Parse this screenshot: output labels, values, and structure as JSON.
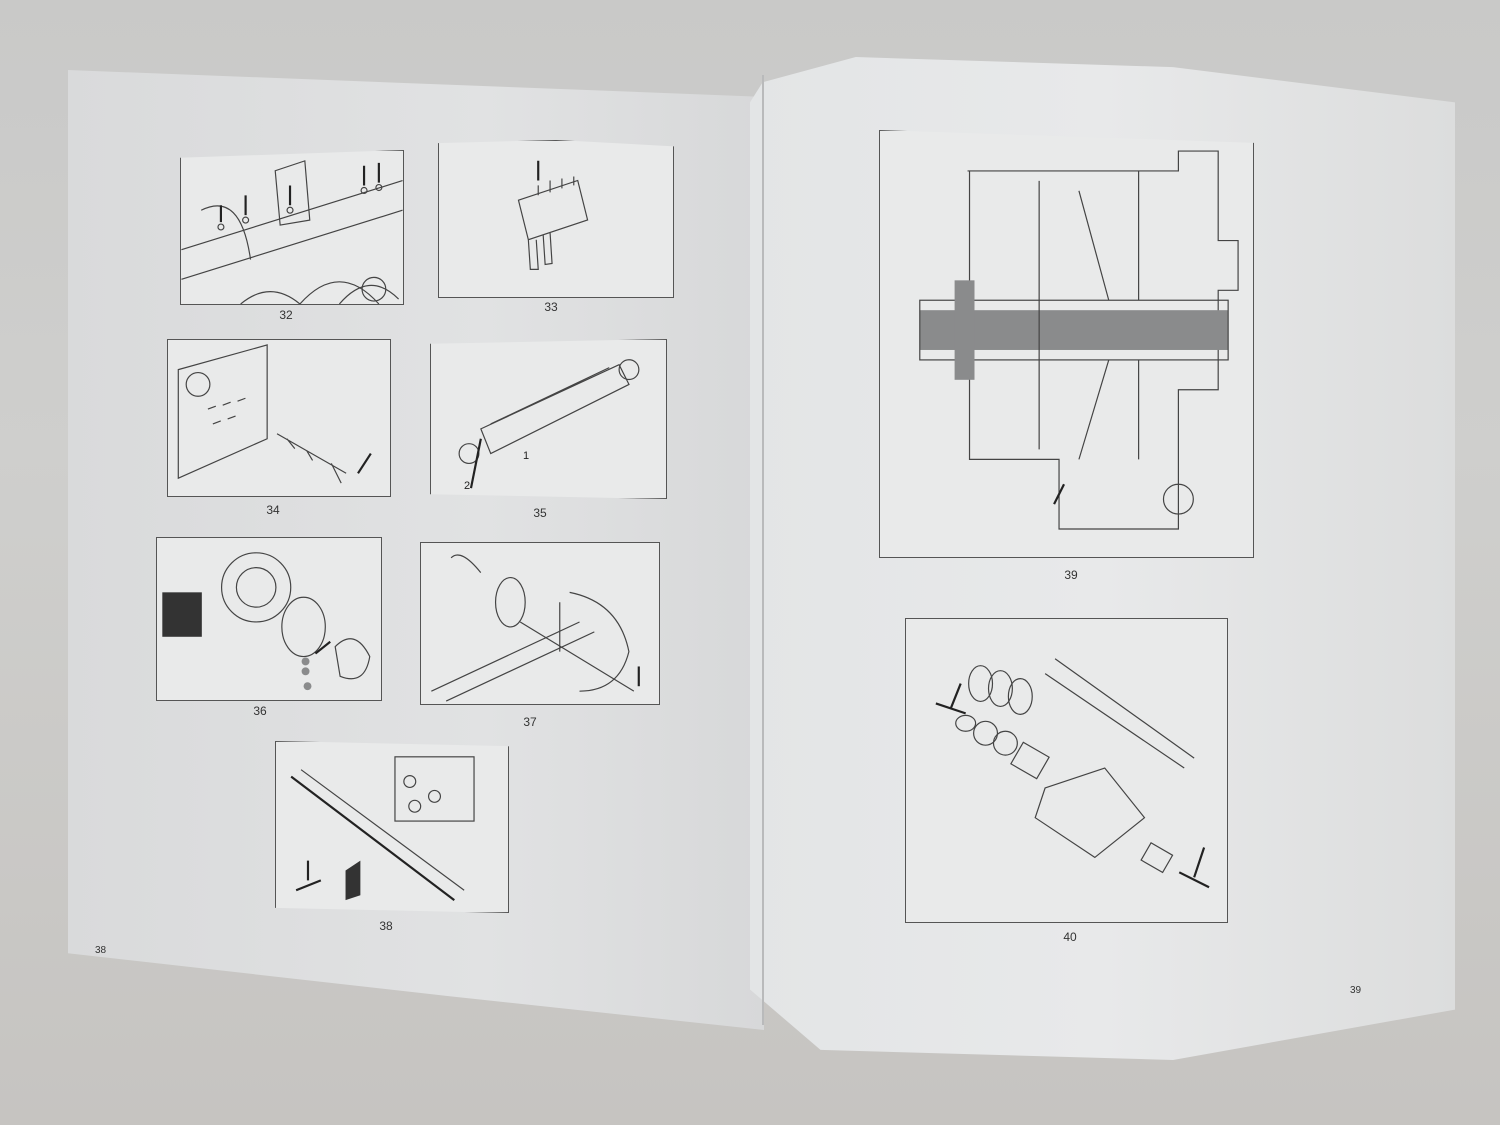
{
  "document": {
    "type": "open technical manual booklet with parts illustrations",
    "left_page": {
      "page_number": "38",
      "figures": [
        {
          "id": "fig-32",
          "caption": "32",
          "subject": "machine frame with arrows pointing to grease points"
        },
        {
          "id": "fig-33",
          "caption": "33",
          "subject": "hydraulic control valve block with arrow"
        },
        {
          "id": "fig-34",
          "caption": "34",
          "subject": "panel plate with exploded bracket parts and arrow"
        },
        {
          "id": "fig-35",
          "caption": "35",
          "subject": "hydraulic cylinder",
          "callouts": [
            "1",
            "2"
          ]
        },
        {
          "id": "fig-36",
          "caption": "36",
          "subject": "gear hub and bearing exploded view with arrow"
        },
        {
          "id": "fig-37",
          "caption": "37",
          "subject": "frame member with wheel hub and pin, arrow"
        },
        {
          "id": "fig-38",
          "caption": "38",
          "subject": "shaft with bearing blocks and pin, arrow"
        }
      ]
    },
    "right_page": {
      "page_number": "39",
      "figures": [
        {
          "id": "fig-39",
          "caption": "39",
          "subject": "cross-section of gearbox / transmission assembly with arrow"
        },
        {
          "id": "fig-40",
          "caption": "40",
          "subject": "exploded view of shaft, bushings, seals and housing with two arrows"
        }
      ]
    }
  },
  "colors": {
    "paper": "#e6e7e8",
    "background": "#c9c9c8",
    "ink": "#333333"
  }
}
